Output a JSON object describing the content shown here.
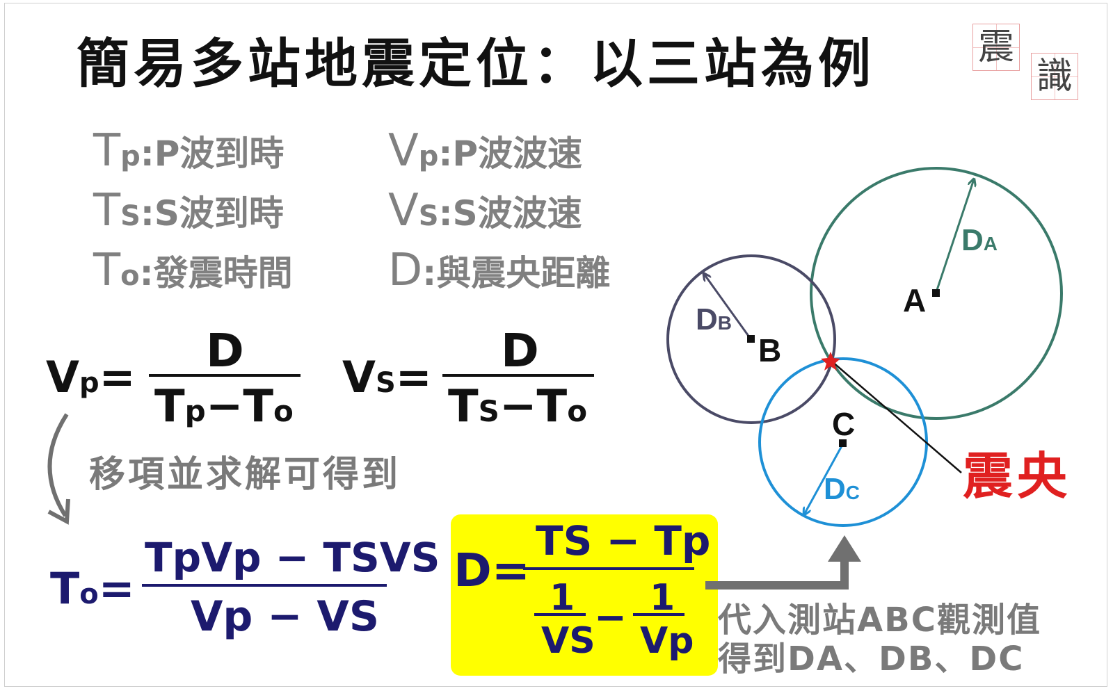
{
  "title": "簡易多站地震定位：以三站為例",
  "seal": {
    "char1": "震",
    "char2": "識"
  },
  "definitions": {
    "tp": {
      "sym": "T",
      "sub": "p",
      "desc": ":P波到時"
    },
    "ts": {
      "sym": "T",
      "sub": "S",
      "desc": ":S波到時"
    },
    "to": {
      "sym": "T",
      "sub": "o",
      "desc": ":發震時間"
    },
    "vp": {
      "sym": "V",
      "sub": "p",
      "desc": ":P波波速"
    },
    "vs": {
      "sym": "V",
      "sub": "S",
      "desc": ":S波波速"
    },
    "d": {
      "sym": "D",
      "desc": ":與震央距離"
    }
  },
  "equations": {
    "vp": {
      "lhs": "V",
      "lhs_sub": "p",
      "eq": "=",
      "num": "D",
      "den_a": "T",
      "den_a_sub": "p",
      "minus": "−",
      "den_b": "T",
      "den_b_sub": "o"
    },
    "vs": {
      "lhs": "V",
      "lhs_sub": "S",
      "eq": "=",
      "num": "D",
      "den_a": "T",
      "den_a_sub": "S",
      "minus": "−",
      "den_b": "T",
      "den_b_sub": "o"
    },
    "to": {
      "lhs": "T",
      "lhs_sub": "o",
      "eq": "=",
      "num": "TpVp − TSVS",
      "den": "Vp − VS"
    },
    "d": {
      "lhs": "D",
      "eq": "=",
      "num": "TS − Tp",
      "one": "1",
      "vs": "VS",
      "vp": "Vp",
      "minus": "−"
    }
  },
  "notes": {
    "transpose": "移項並求解可得到",
    "substitute_line1": "代入測站ABC觀測值",
    "substitute_line2": "得到DA、DB、DC"
  },
  "diagram": {
    "stations": [
      {
        "label": "A",
        "radius_label": "D",
        "radius_sub": "A",
        "color": "#3a7a6a"
      },
      {
        "label": "B",
        "radius_label": "D",
        "radius_sub": "B",
        "color": "#4a4a66"
      },
      {
        "label": "C",
        "radius_label": "D",
        "radius_sub": "C",
        "color": "#1e90d6"
      }
    ],
    "epicenter_label": "震央",
    "epicenter_color": "#e02020"
  },
  "colors": {
    "navy": "#1c1a6e",
    "gray": "#808080",
    "black": "#111111",
    "yellow": "#ffff00"
  }
}
